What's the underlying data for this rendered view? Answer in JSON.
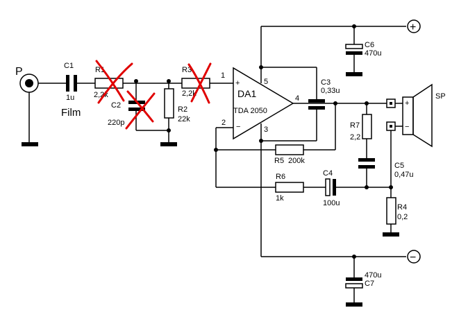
{
  "diagram": {
    "input": "P",
    "supply": {
      "plus": "+",
      "minus": "−"
    },
    "ic": {
      "name": "DA1",
      "part": "TDA 2050",
      "pin_plus": "+",
      "pin_minus": "−",
      "pin1": "1",
      "pin2": "2",
      "pin3": "3",
      "pin4": "4",
      "pin5": "5"
    },
    "speaker": {
      "name": "SP",
      "plus": "+",
      "minus": "−"
    },
    "c1": {
      "name": "C1",
      "value": "1u",
      "note": "Film"
    },
    "r1": {
      "name": "R1",
      "value": "2,2k"
    },
    "c2": {
      "name": "C2",
      "value": "220p"
    },
    "r2": {
      "name": "R2",
      "value": "22k"
    },
    "r3": {
      "name": "R3",
      "value": "2,2k"
    },
    "c3": {
      "name": "C3",
      "value": "0,33u"
    },
    "c4": {
      "name": "C4",
      "value": "100u"
    },
    "c5": {
      "name": "C5",
      "value": "0,47u"
    },
    "c6": {
      "name": "C6",
      "value": "470u"
    },
    "c7": {
      "name": "C7",
      "value": "470u"
    },
    "r4": {
      "name": "R4",
      "value": "0,2"
    },
    "r5": {
      "name": "R5",
      "value": "200k"
    },
    "r6": {
      "name": "R6",
      "value": "1k"
    },
    "r7": {
      "name": "R7",
      "value": "2,2"
    },
    "crossed_out": [
      "R1",
      "C2",
      "R3"
    ]
  }
}
